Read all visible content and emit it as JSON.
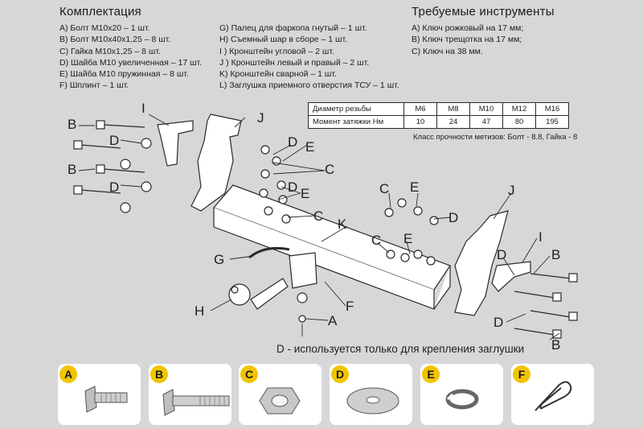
{
  "kit": {
    "title": "Комплектация",
    "col1": [
      "A) Болт М10х20 – 1 шт.",
      "B) Болт М10х40х1,25 – 8 шт.",
      "C) Гайка М10х1,25 – 8 шт.",
      "D) Шайба М10 увеличенная – 17 шт.",
      "E) Шайба М10 пружинная – 8 шт.",
      "F) Шплинт – 1 шт."
    ],
    "col2": [
      "G) Палец для фаркопа гнутый – 1 шт.",
      "H) Съемный шар в сборе – 1 шт.",
      "I ) Кронштейн угловой – 2 шт.",
      "J ) Кронштейн левый и правый – 2 шт.",
      "K) Кронштейн сварной – 1 шт.",
      "L) Заглушка приемного отверстия ТСУ – 1 шт."
    ]
  },
  "tools": {
    "title": "Требуемые инструменты",
    "items": [
      "A) Ключ рожковый на 17 мм;",
      "B) Ключ трещотка на 17 мм;",
      "C) Ключ на 38 мм."
    ]
  },
  "torque_table": {
    "row1_label": "Диаметр резьбы",
    "row1_values": [
      "М6",
      "М8",
      "М10",
      "М12",
      "М16"
    ],
    "row2_label": "Момент затяжки Нм",
    "row2_values": [
      "10",
      "24",
      "47",
      "80",
      "195"
    ]
  },
  "strength_note": "Класс прочности метизов: Болт - 8.8, Гайка - 8",
  "diagram": {
    "labels": [
      "A",
      "B",
      "C",
      "D",
      "E",
      "F",
      "G",
      "H",
      "I",
      "J",
      "K"
    ],
    "d_note": "D - используется только для крепления заглушки"
  },
  "parts": [
    "A",
    "B",
    "C",
    "D",
    "E",
    "F"
  ],
  "colors": {
    "background": "#d7d7d7",
    "badge": "#f2c400",
    "card": "#ffffff"
  }
}
